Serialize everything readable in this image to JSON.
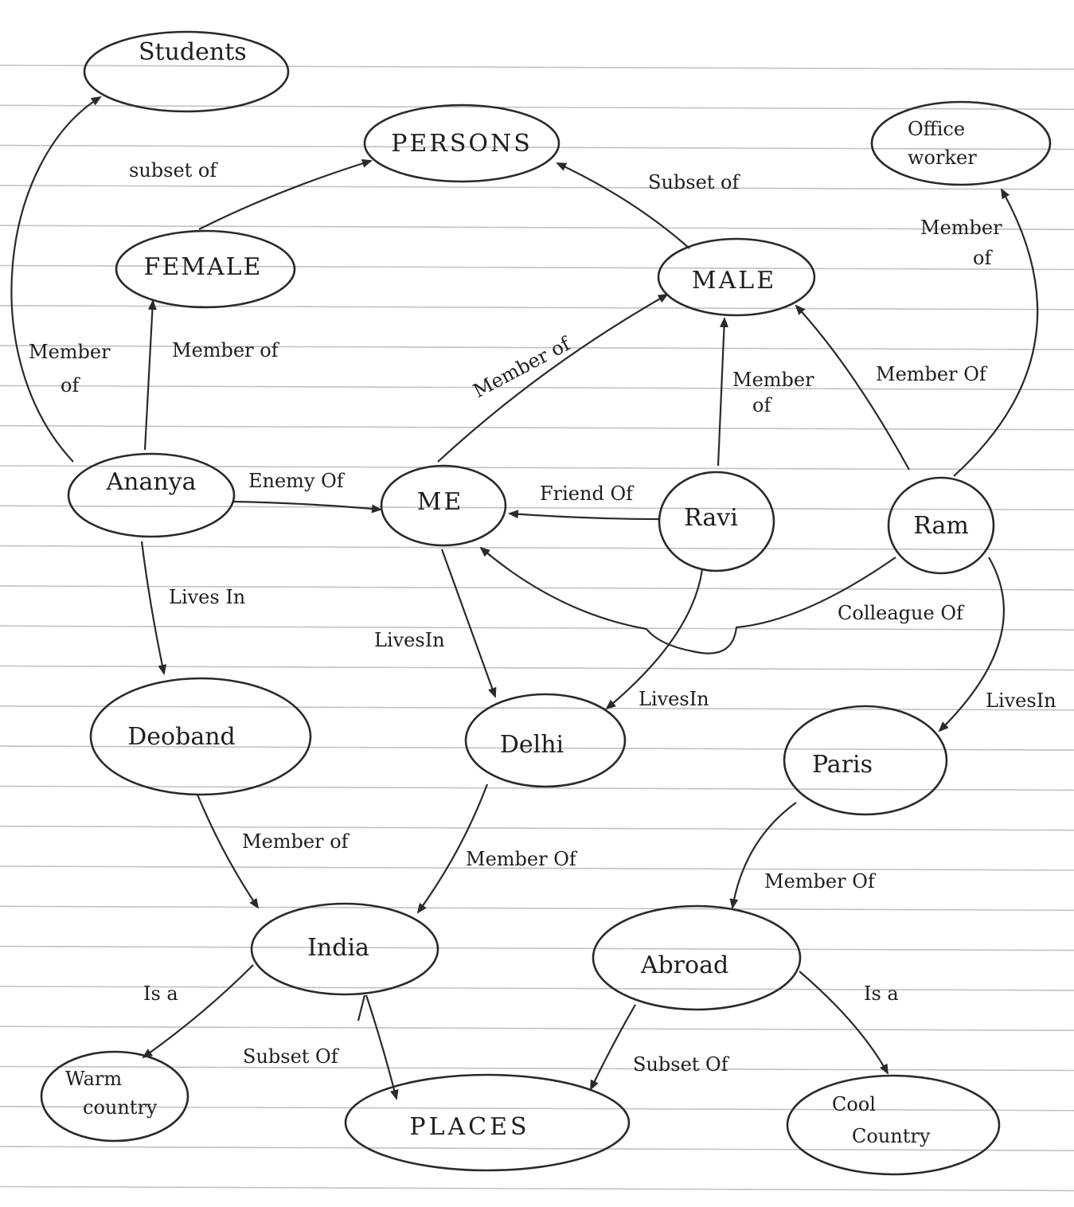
{
  "nodes": {
    "students": "Students",
    "persons": "PERSONS",
    "office_worker": [
      "Office",
      "worker"
    ],
    "female": "FEMALE",
    "male": "MALE",
    "ananya": "Ananya",
    "me": "ME",
    "ravi": "Ravi",
    "ram": "Ram",
    "deoband": "Deoband",
    "delhi": "Delhi",
    "paris": "Paris",
    "india": "India",
    "abroad": "Abroad",
    "warm_country": [
      "Warm",
      "country"
    ],
    "places": "PLACES",
    "cool_country": [
      "Cool",
      "Country"
    ]
  },
  "edges": {
    "female_persons": "subset of",
    "male_persons": "Subset of",
    "ram_office": [
      "Member",
      "of"
    ],
    "ananya_students": [
      "Member",
      "of"
    ],
    "ananya_female": "Member of",
    "me_male": "Member of",
    "ravi_male": [
      "Member",
      "of"
    ],
    "ram_male": "Member Of",
    "ananya_me": "Enemy Of",
    "ravi_me": "Friend Of",
    "ram_me": "Colleague Of",
    "ananya_deoband": "Lives In",
    "me_delhi": "LivesIn",
    "ravi_delhi": "LivesIn",
    "ram_paris": "LivesIn",
    "deoband_india": "Member of",
    "delhi_india": "Member Of",
    "paris_abroad": "Member Of",
    "india_warm": "Is a",
    "india_places": "Subset Of",
    "abroad_places": "Subset Of",
    "abroad_cool": "Is a"
  }
}
